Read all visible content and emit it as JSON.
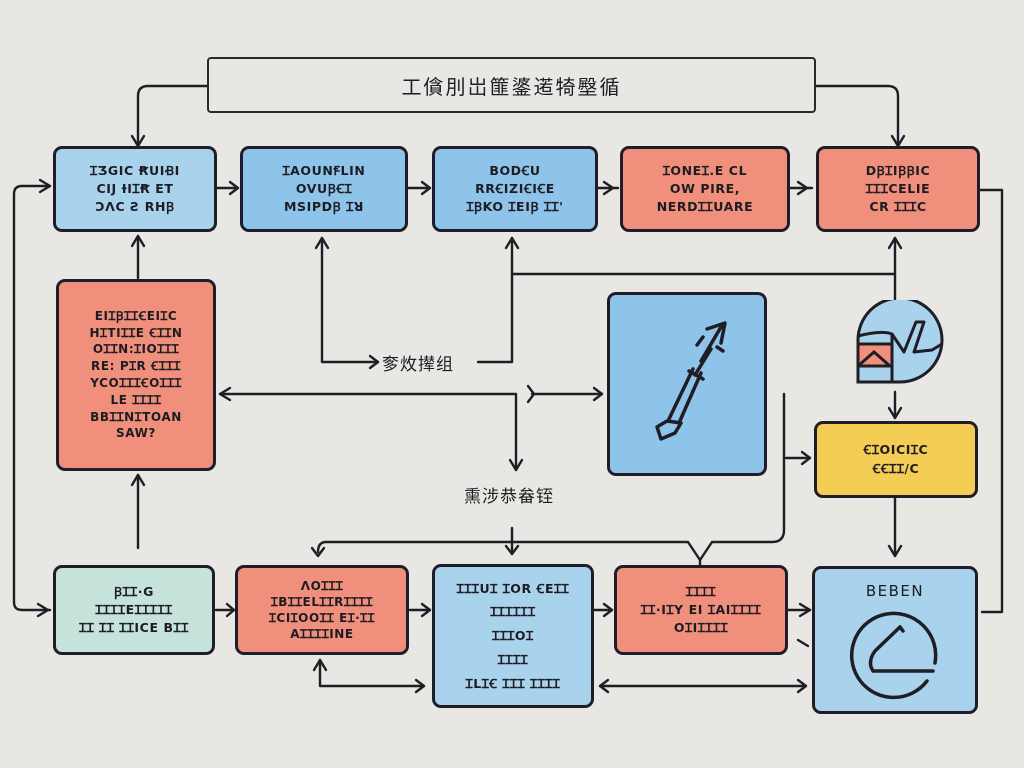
{
  "diagram": {
    "title": "工僋刖岀篚錃逽犄壂循",
    "labels": {
      "middle_upper": "奓炇撵组",
      "middle_lower": "熏涉恭畚铚"
    },
    "nodes": [
      {
        "id": "n1",
        "color": "light-blue",
        "lines": [
          "ꞮƷGIC ꞦꓴIꞖI",
          "CIJ ƗIꞮꞦ ET",
          "ƆΛC Ƨ RHꞴ"
        ]
      },
      {
        "id": "n2",
        "color": "blue",
        "lines": [
          "ꞮAOUNꞘLIN",
          "OVUꞴꞒꞮ",
          "MSIPDꞴ Ɪꓤ"
        ]
      },
      {
        "id": "n3",
        "color": "blue",
        "lines": [
          "BODꞒꓴ",
          "RRꞒIZIꞒIꞒE",
          "ꞮꞴKO ꞮEIꞴ ꞮꞮ'"
        ]
      },
      {
        "id": "n4",
        "color": "salmon",
        "lines": [
          "ꞮONEꞮ.E CL",
          "OW PIRE,",
          "NERDꞮꞮUARE"
        ]
      },
      {
        "id": "n5",
        "color": "salmon",
        "lines": [
          "DꞴꞮIꞴꞴIC",
          "ꞮꞮꞮCELIE",
          "CR ꞮꞮꞮC"
        ]
      },
      {
        "id": "n6",
        "color": "salmon",
        "lines": [
          "EIꞮꞴꞮꞮꞒEIꞮC",
          "HꞮTIꞮꞮE ꞒꞮꞮN",
          "OꞮꞮN:ꞮIOꞮꞮꞮ",
          "RE: PꞮR ꞒꞮꞮꞮ",
          "YCOꞮꞮꞮꞒOꞮꞮꞮ",
          "LE ꞮꞮꞮꞮ",
          "BBꞮꞮNꞮTOAN",
          "SAW?"
        ]
      },
      {
        "id": "n7",
        "color": "yellow",
        "lines": [
          "ꞒꞮOICIꞮC",
          "ꞒꞒꞮꞮ/C"
        ]
      },
      {
        "id": "n8",
        "color": "mint",
        "lines": [
          "ꞴꞮꞮ·G",
          "ꞮꞮꞮꞮEꞮꞮꞮꞮꞮ",
          "ꞮꞮ ꞮꞮ ꞮꞮICE BꞮꞮ"
        ]
      },
      {
        "id": "n9",
        "color": "salmon",
        "lines": [
          "ΛOꞮꞮꞮ",
          "ꞮBꞮꞮELꞮꞮRꞮꞮꞮꞮ",
          "ꞮCIꞮOOꞮꞮ EꞮ·ꞮꞮ",
          "AꞮꞮꞮꞮINE"
        ]
      },
      {
        "id": "n10",
        "color": "light-blue",
        "lines": [
          "ꞮꞮꞮUꞮ ꞮOR ꞒEꞮꞮ",
          "ꞮꞮꞮꞮꞮꞮ",
          "ꞮꞮꞮOꞮ",
          "ꞮꞮꞮꞮ",
          "ꞮLꞮꞒ ꞮꞮꞮ ꞮꞮꞮꞮ"
        ]
      },
      {
        "id": "n11",
        "color": "salmon",
        "lines": [
          "ꞮꞮꞮꞮ",
          "ꞮꞮ·IꞮY EI ꞮAIꞮꞮꞮꞮ",
          "OꞮIꞮꞮꞮꞮ"
        ]
      },
      {
        "id": "n12",
        "color": "light-blue",
        "lines": [
          "BEBEN"
        ],
        "icon": "gauge-icon"
      }
    ],
    "icons": {
      "center_card": "pen-arrow-icon",
      "globe": "globe-map-icon",
      "gauge": "gauge-icon"
    },
    "colors": {
      "background": "#e9e7e3",
      "light_blue": "#a9d2ed",
      "blue": "#8ec4ea",
      "salmon": "#f0907c",
      "mint": "#c5e3da",
      "yellow": "#f4cd55",
      "stroke": "#1e1e28"
    }
  }
}
